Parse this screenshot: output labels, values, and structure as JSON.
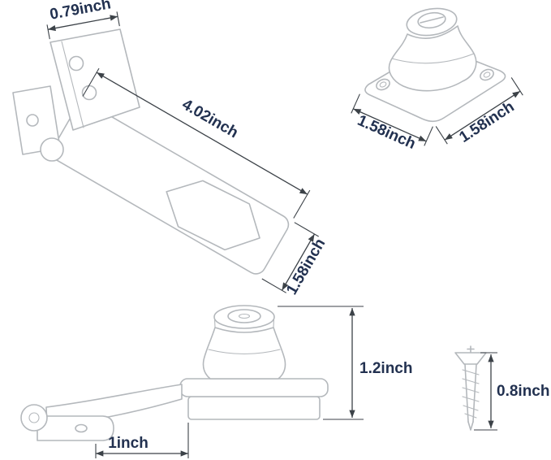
{
  "colors": {
    "background": "#ffffff",
    "drawing_line": "#b4b8bc",
    "dimension_line": "#3c4248",
    "label_text": "#223150"
  },
  "views": {
    "hasp_plate_angled": {
      "hinge_width_label": "0.79inch",
      "length_label": "4.02inch",
      "width_label": "1.58inch"
    },
    "knob_base_angled": {
      "base_width_label": "1.58inch",
      "base_depth_label": "1.58inch"
    },
    "assembly_side": {
      "height_label": "1.2inch",
      "hinge_length_label": "1inch"
    },
    "screw": {
      "length_label": "0.8inch"
    }
  }
}
